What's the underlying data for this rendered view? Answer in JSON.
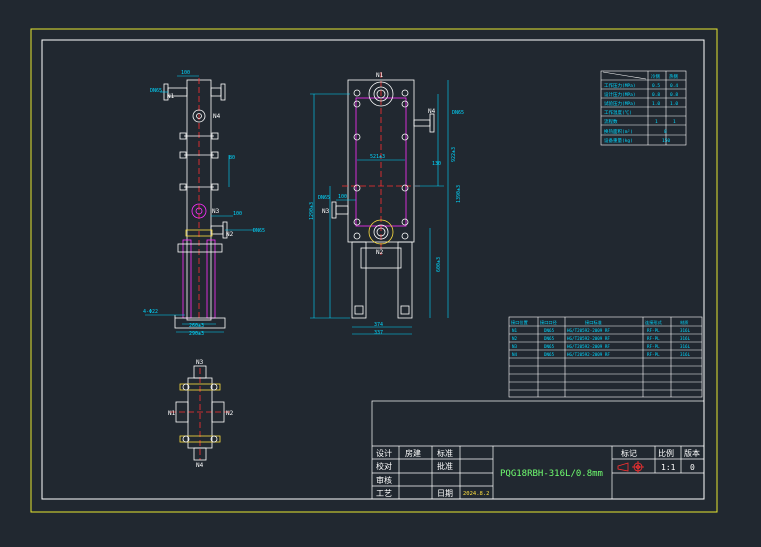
{
  "drawing_title": "PQG18RBH-316L/0.8mm",
  "ports": {
    "n1": "N1",
    "n2": "N2",
    "n3": "N3",
    "n4": "N4"
  },
  "side_view": {
    "dim_top": "100",
    "flange_top": "DN65",
    "dim_mid": "100",
    "flange_mid": "DN65",
    "dim_spacing": "80",
    "bolt_holes": "4-Φ22",
    "base_inner": "260±3",
    "base_outer": "290±3"
  },
  "front_view": {
    "dim_width_top": "521±3",
    "dim_total_height": "1290±3",
    "dim_plate_height": "922±3",
    "dim_leg": "600±3",
    "dim_side": "130",
    "dim_left_height": "1390±3",
    "flange_left": "DN65",
    "flange_right": "DN65",
    "dim_left_offset": "100",
    "dim_base_inner": "374",
    "dim_base_outer": "337"
  },
  "spec_table": {
    "col_headers": [
      "",
      "冷侧",
      "热侧"
    ],
    "rows": [
      [
        "工作压力(MPa)",
        "0.5",
        "0.4"
      ],
      [
        "设计压力(MPa)",
        "0.8",
        "0.8"
      ],
      [
        "试验压力(MPa)",
        "1.0",
        "1.0"
      ],
      [
        "工作温度(℃)",
        "",
        ""
      ],
      [
        "流程数",
        "1",
        "1"
      ],
      [
        "换热面积(m²)",
        "8",
        ""
      ],
      [
        "设备重量(kg)",
        "",
        "150"
      ]
    ]
  },
  "nozzle_table": {
    "headers": [
      "接口位置",
      "接口口径",
      "接口标准",
      "连接形式",
      "材质"
    ],
    "rows": [
      [
        "N1",
        "DN65",
        "HG/T20592-2009 RF",
        "RF-PL",
        "316L"
      ],
      [
        "N2",
        "DN65",
        "HG/T20592-2009 RF",
        "RF-PL",
        "316L"
      ],
      [
        "N3",
        "DN65",
        "HG/T20592-2009 RF",
        "RF-PL",
        "316L"
      ],
      [
        "N4",
        "DN65",
        "HG/T20592-2009 RF",
        "RF-PL",
        "316L"
      ]
    ]
  },
  "title_block": {
    "design_label": "设计",
    "design_name": "房建",
    "standard_label": "标准",
    "check_label": "校对",
    "approve_label": "批准",
    "review_label": "审核",
    "process_label": "工艺",
    "date_label": "日期",
    "date_value": "2024.8.2",
    "mark_label": "标记",
    "scale_label": "比例",
    "scale_value": "1:1",
    "version_label": "版本",
    "version_value": "0"
  },
  "colors": {
    "background": "#212830",
    "outer_frame": "#e8e830",
    "frame": "#ffffff",
    "dimension": "#00d8ff",
    "magenta": "#ff30ff",
    "yellow": "#ffe040",
    "red": "#ff3030",
    "green": "#70ff70"
  }
}
